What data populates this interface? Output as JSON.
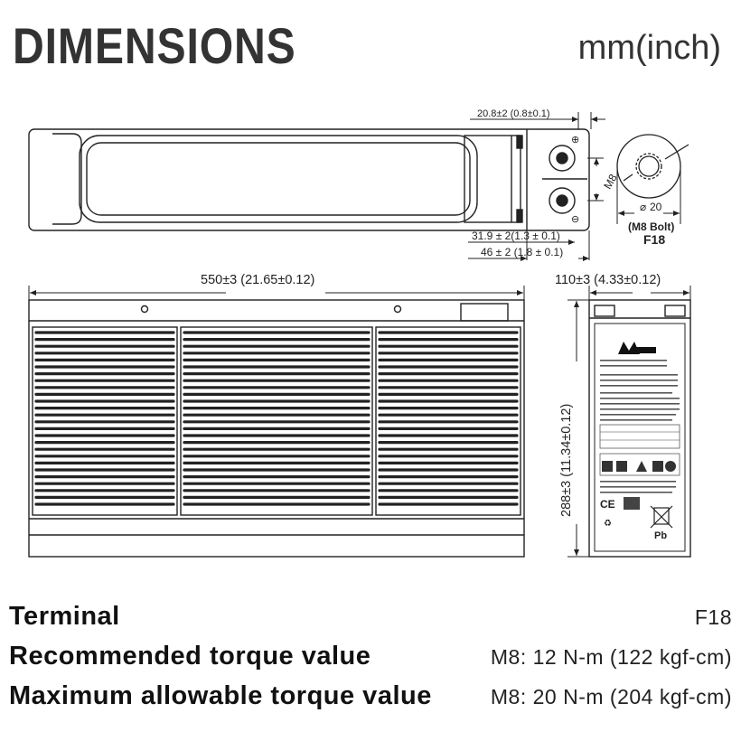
{
  "header": {
    "title": "DIMENSIONS",
    "unit": "mm(inch)"
  },
  "top_view": {
    "terminal_offset": "20.8±2 (0.8±0.1)",
    "terminal_pitch": "31.9 ± 2(1.3 ± 0.1)",
    "terminal_block": "46 ± 2 (1.8 ± 0.1)"
  },
  "terminal_detail": {
    "bolt": "M8",
    "diameter": "20",
    "caption": "(M8 Bolt)",
    "code": "F18"
  },
  "front_view": {
    "length": "550±3 (21.65±0.12)"
  },
  "side_view": {
    "width": "110±3 (4.33±0.12)",
    "height": "288±3 (11.34±0.12)"
  },
  "specs": [
    {
      "label": "Terminal",
      "value": "F18"
    },
    {
      "label": "Recommended torque value",
      "value": "M8: 12 N-m (122 kgf-cm)"
    },
    {
      "label": "Maximum allowable torque value",
      "value": "M8: 20 N-m (204 kgf-cm)"
    }
  ]
}
